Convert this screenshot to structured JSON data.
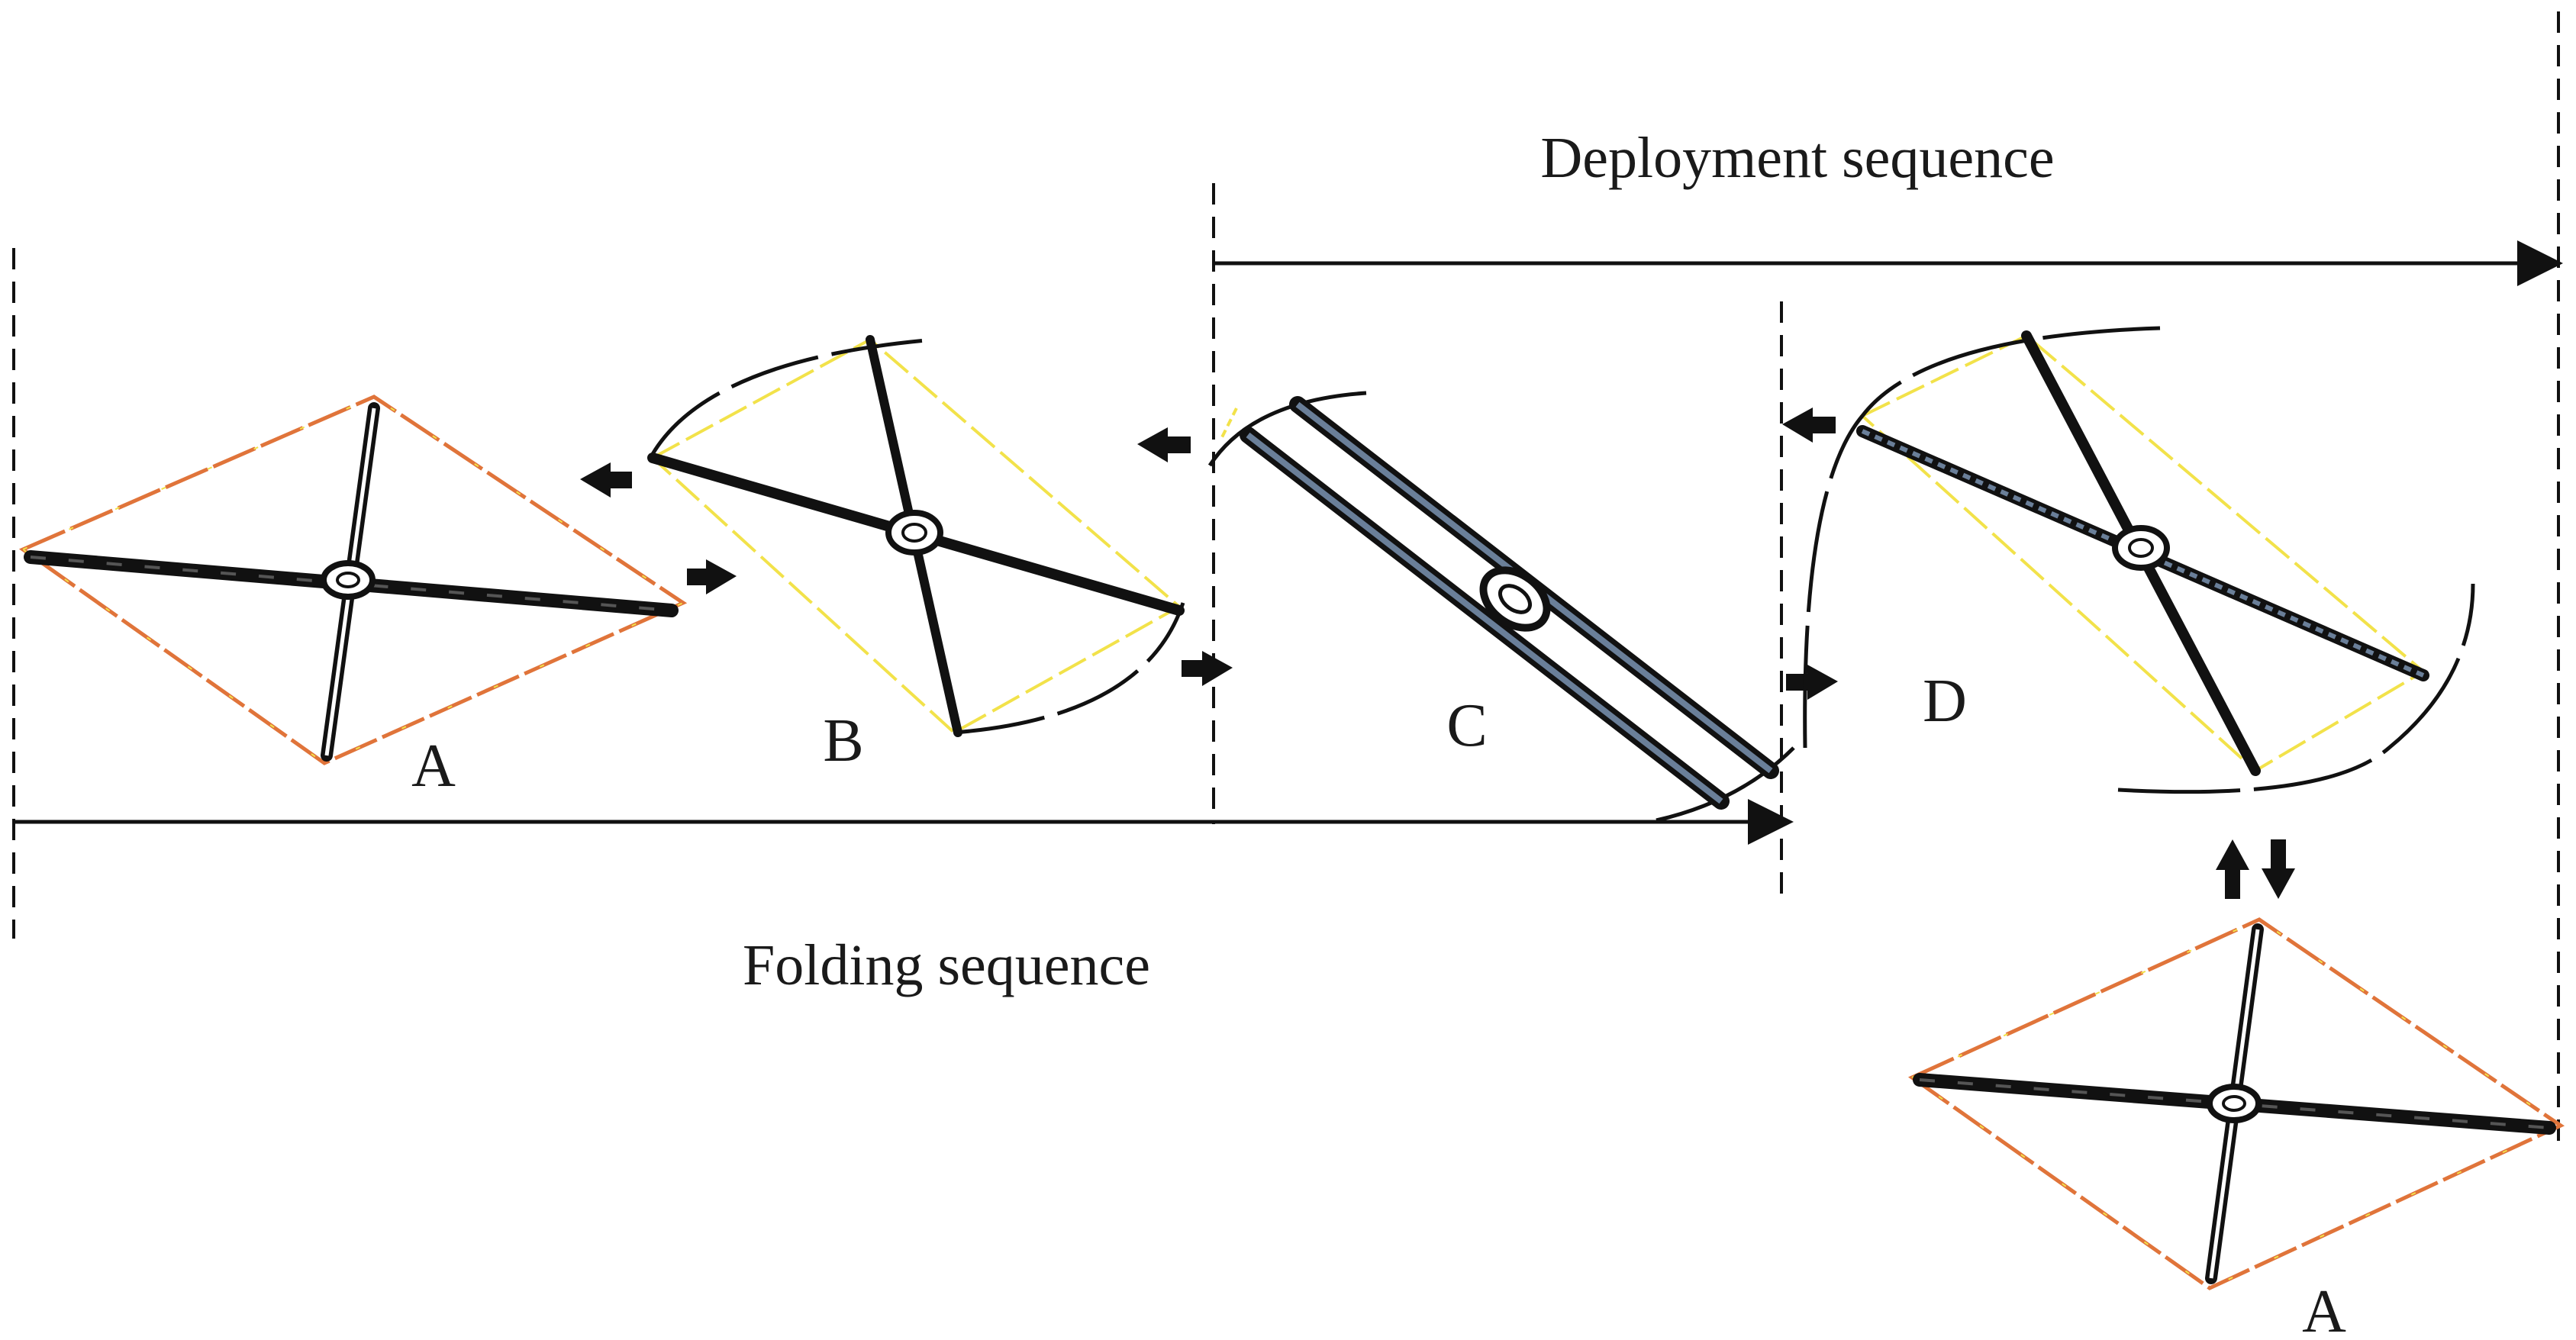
{
  "diagram": {
    "deployment_label": "Deployment sequence",
    "folding_label": "Folding sequence",
    "stages": {
      "a": "A",
      "b": "B",
      "c": "C",
      "d": "D",
      "a_final": "A"
    },
    "colors": {
      "line": "#111111",
      "frame_orange": "#e0743a",
      "frame_yellow": "#f2e24a",
      "arm_light": "#6a7f99"
    }
  }
}
